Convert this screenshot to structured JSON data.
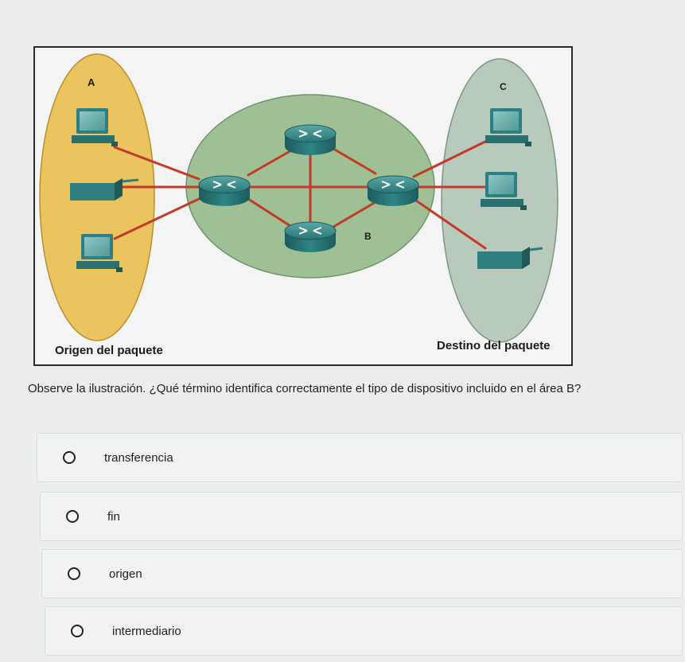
{
  "figure": {
    "labels": {
      "a": "A",
      "b": "B",
      "c": "C",
      "source": "Origen del paquete",
      "destination": "Destino del paquete"
    },
    "colors": {
      "source_area": "#ebc460",
      "middle_area": "#9fbf95",
      "destination_area": "#b8cabb",
      "link": "#c23a2a",
      "device": "#2f7f80"
    }
  },
  "question": {
    "text": "Observe la ilustración. ¿Qué término identifica correctamente el tipo de dispositivo incluido en el área B?"
  },
  "options": [
    {
      "label": "transferencia",
      "selected": false
    },
    {
      "label": "fin",
      "selected": false
    },
    {
      "label": "origen",
      "selected": false
    },
    {
      "label": "intermediario",
      "selected": false
    }
  ]
}
